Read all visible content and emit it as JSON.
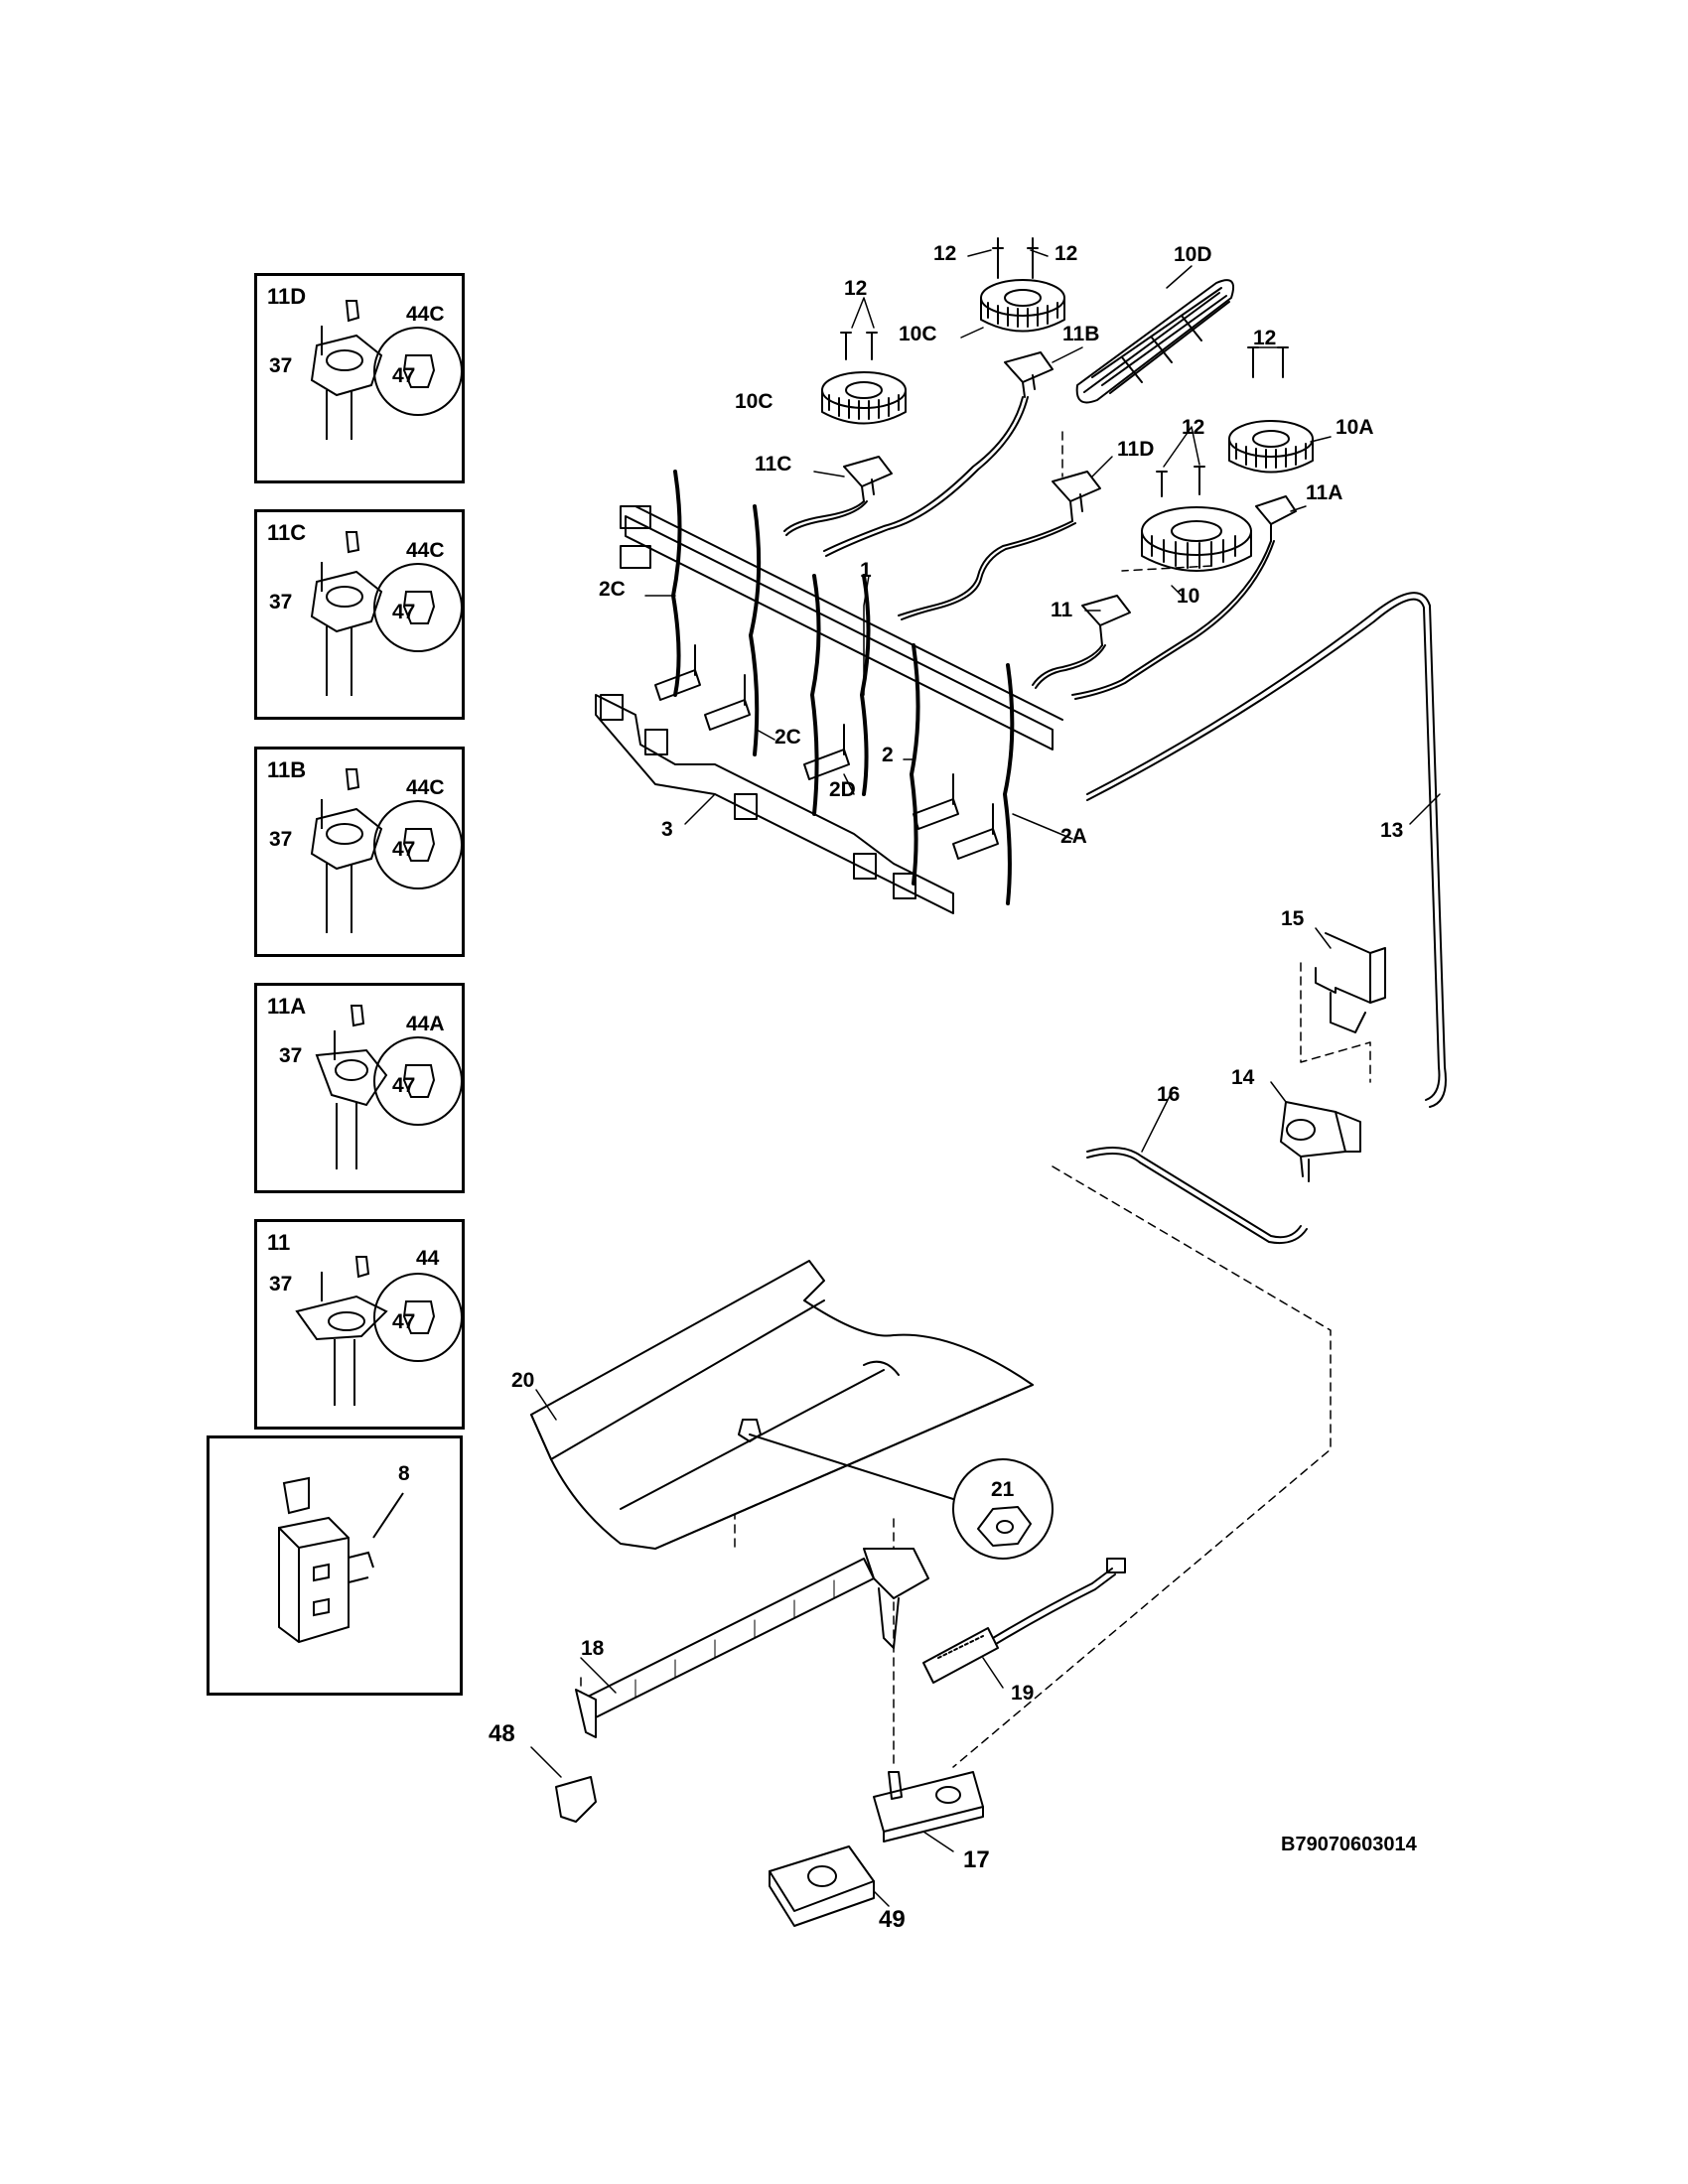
{
  "insets": [
    {
      "title": "11D",
      "labels": {
        "cap": "44C",
        "screw": "37",
        "orifice": "47"
      }
    },
    {
      "title": "11C",
      "labels": {
        "cap": "44C",
        "screw": "37",
        "orifice": "47"
      }
    },
    {
      "title": "11B",
      "labels": {
        "cap": "44C",
        "screw": "37",
        "orifice": "47"
      }
    },
    {
      "title": "11A",
      "labels": {
        "cap": "44A",
        "screw": "37",
        "orifice": "47"
      }
    },
    {
      "title": "11",
      "labels": {
        "cap": "44",
        "screw": "37",
        "orifice": "47"
      }
    },
    {
      "title": "",
      "labels": {
        "part": "8"
      }
    }
  ],
  "callouts": {
    "c12a": "12",
    "c12b": "12",
    "c10d": "10D",
    "c12c": "12",
    "c10c_top": "10C",
    "c11b": "11B",
    "c12d": "12",
    "c10c": "10C",
    "c11c": "11C",
    "c12e": "12",
    "c10a": "10A",
    "c11d": "11D",
    "c11a": "11A",
    "c10": "10",
    "c2c_left": "2C",
    "c1": "1",
    "c11": "11",
    "c2c": "2C",
    "c2": "2",
    "c2d": "2D",
    "c3": "3",
    "c2a": "2A",
    "c13": "13",
    "c15": "15",
    "c14": "14",
    "c16": "16",
    "c20": "20",
    "c21": "21",
    "c18": "18",
    "c19": "19",
    "c48": "48",
    "c17": "17",
    "c49": "49"
  },
  "diagram_code": "B79070603014"
}
